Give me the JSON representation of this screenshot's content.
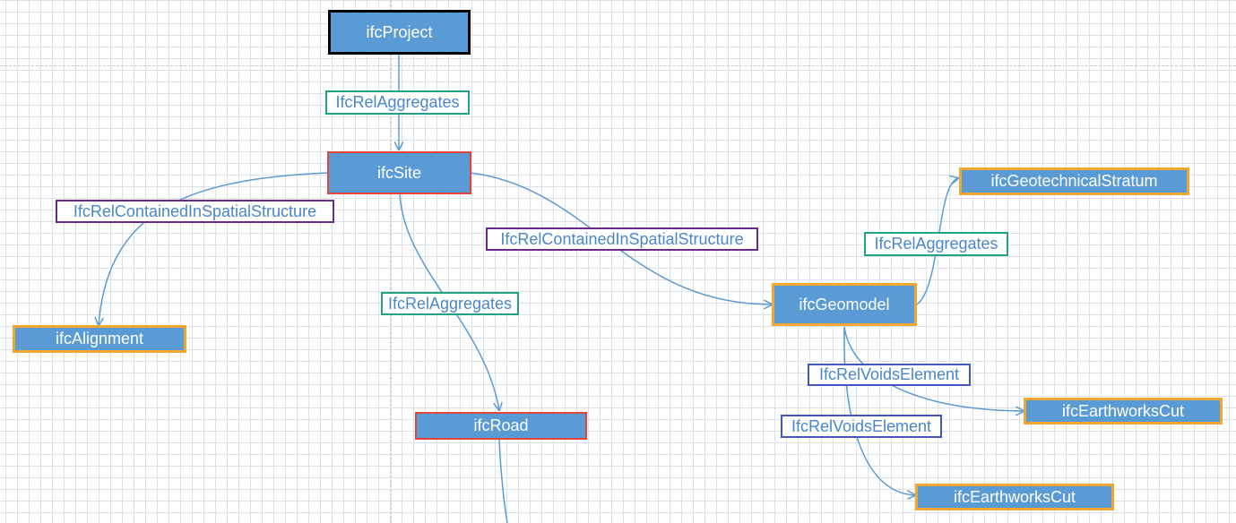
{
  "colors": {
    "node_fill": "#5b9bd5",
    "node_text": "#ffffff",
    "root_border": "#000000",
    "spatial_border": "#e0443c",
    "element_border": "#f0a830",
    "aggregates_border": "#1fa384",
    "contained_border": "#6a2a8c",
    "voids_border": "#4257c4",
    "edge": "#5b9bd5",
    "grid": "#dde1e6"
  },
  "nodes": {
    "project": "ifcProject",
    "site": "ifcSite",
    "alignment": "ifcAlignment",
    "road": "ifcRoad",
    "geomodel": "ifcGeomodel",
    "geotechnical_stratum": "ifcGeotechnicalStratum",
    "earthworks_cut_1": "ifcEarthworksCut",
    "earthworks_cut_2": "ifcEarthworksCut"
  },
  "relations": {
    "project_site": "IfcRelAggregates",
    "site_alignment": "IfcRelContainedInSpatialStructure",
    "site_road": "IfcRelAggregates",
    "site_geomodel": "IfcRelContainedInSpatialStructure",
    "geomodel_stratum": "IfcRelAggregates",
    "geomodel_cut_1": "IfcRelVoidsElement",
    "geomodel_cut_2": "IfcRelVoidsElement"
  }
}
